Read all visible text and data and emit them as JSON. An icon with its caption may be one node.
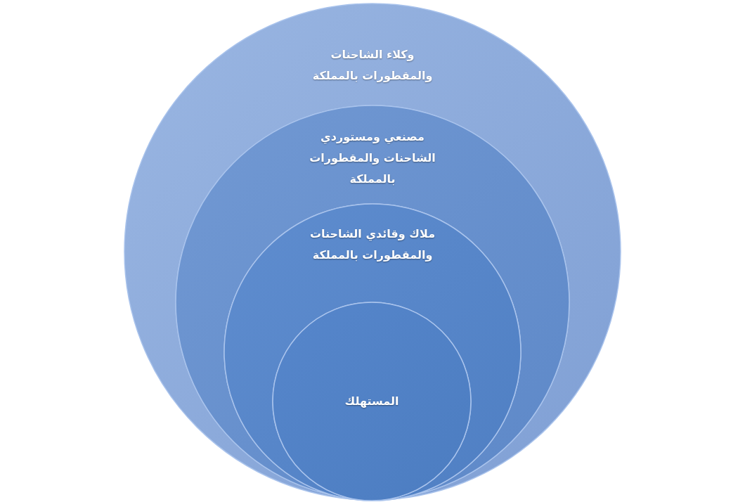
{
  "diagram": {
    "nodes": [
      {
        "text": [
          "وكلاء الشاحنات والمقطورات بالمملكة"
        ]
      },
      {
        "text": [
          "مصنعي ومستوردي الشاحنات والمقطورات بالمملكة"
        ],
        "in": 0
      },
      {
        "text": [
          "ملاك وقائدي الشاحنات والمقطورات بالمملكة"
        ],
        "in": 1
      },
      {
        "text": [
          "المستهلك"
        ],
        "in": 2
      }
    ]
  }
}
